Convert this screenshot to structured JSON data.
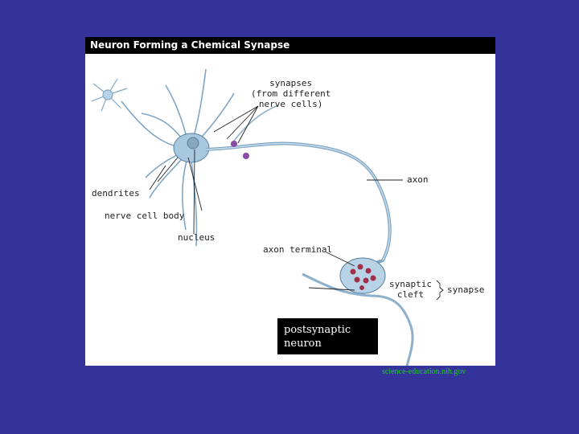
{
  "title": "Neuron Forming a Chemical Synapse",
  "labels": {
    "synapses": "synapses\n(from different\nnerve cells)",
    "dendrites": "dendrites",
    "cell_body": "nerve cell body",
    "nucleus": "nucleus",
    "axon": "axon",
    "axon_terminal": "axon terminal",
    "synaptic_cleft": "synaptic\ncleft",
    "synapse": "synapse",
    "postsynaptic": "postsynaptic\nneuron"
  },
  "credit": "science-education.nih.gov",
  "colors": {
    "background": "#333399",
    "neuron": "#a8c8e0",
    "outline": "#5a7fa0",
    "vesicle": "#a0304a",
    "credit": "#22cc22"
  }
}
